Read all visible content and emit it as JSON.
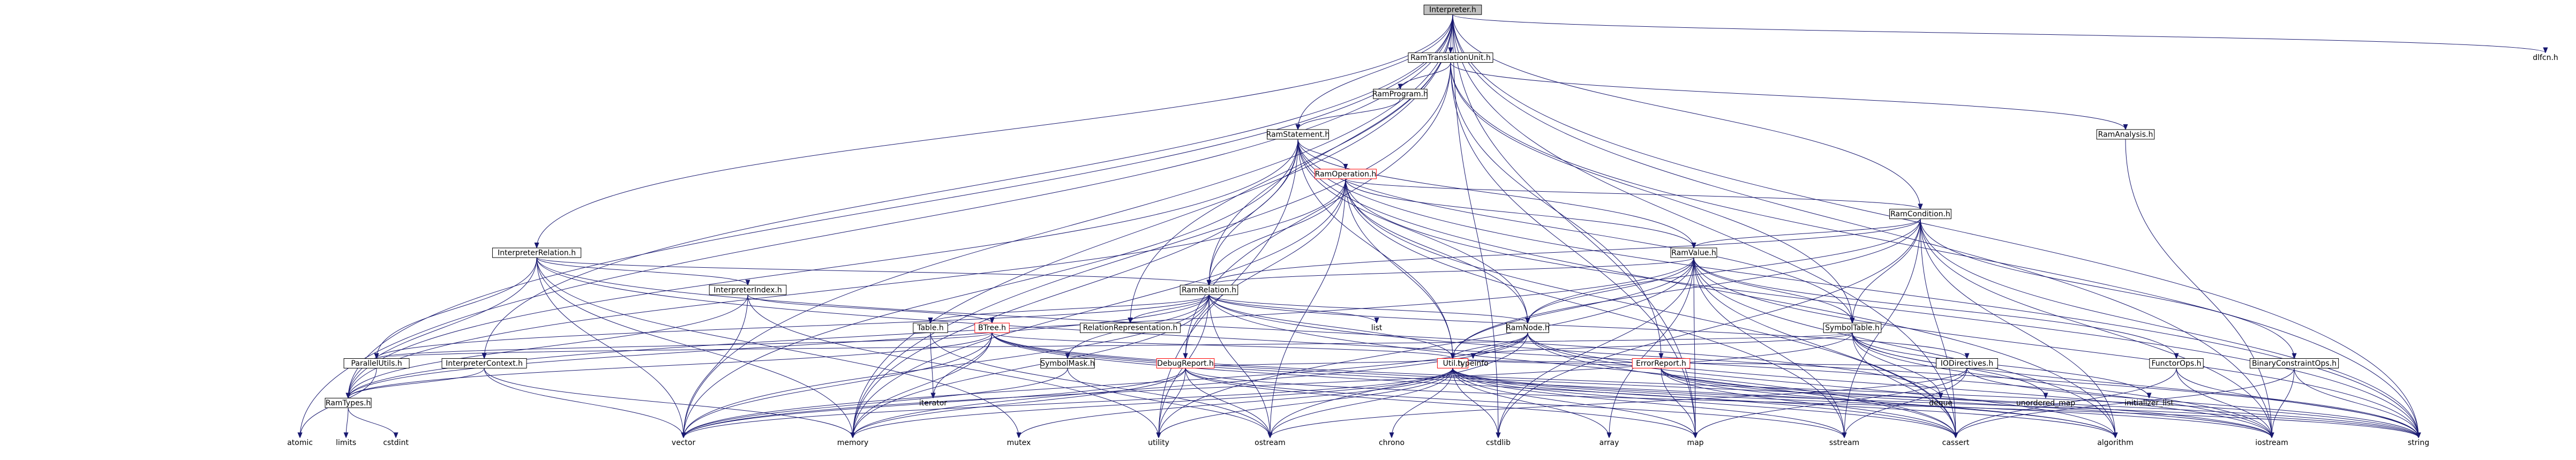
{
  "graph_title": "Interpreter.h",
  "nodes": [
    {
      "id": "interpreter",
      "label": "Interpreter.h",
      "style": "focus"
    },
    {
      "id": "dlfcn",
      "label": "dlfcn.h",
      "style": "plain"
    },
    {
      "id": "ramtu",
      "label": "RamTranslationUnit.h",
      "style": "black"
    },
    {
      "id": "ramprogram",
      "label": "RamProgram.h",
      "style": "black"
    },
    {
      "id": "ramanalysis",
      "label": "RamAnalysis.h",
      "style": "black"
    },
    {
      "id": "ramstatement",
      "label": "RamStatement.h",
      "style": "black"
    },
    {
      "id": "ramoperation",
      "label": "RamOperation.h",
      "style": "red"
    },
    {
      "id": "ramcondition",
      "label": "RamCondition.h",
      "style": "black"
    },
    {
      "id": "interprel",
      "label": "InterpreterRelation.h",
      "style": "black"
    },
    {
      "id": "ramvalue",
      "label": "RamValue.h",
      "style": "black"
    },
    {
      "id": "ramrelation",
      "label": "RamRelation.h",
      "style": "black"
    },
    {
      "id": "interpindex",
      "label": "InterpreterIndex.h",
      "style": "black"
    },
    {
      "id": "ramnode",
      "label": "RamNode.h",
      "style": "black"
    },
    {
      "id": "symboltable",
      "label": "SymbolTable.h",
      "style": "black"
    },
    {
      "id": "list",
      "label": "list",
      "style": "plain"
    },
    {
      "id": "relrep",
      "label": "RelationRepresentation.h",
      "style": "black"
    },
    {
      "id": "table",
      "label": "Table.h",
      "style": "black"
    },
    {
      "id": "btree",
      "label": "BTree.h",
      "style": "red"
    },
    {
      "id": "paralleluts",
      "label": "ParallelUtils.h",
      "style": "black"
    },
    {
      "id": "interpctx",
      "label": "InterpreterContext.h",
      "style": "black"
    },
    {
      "id": "symbolmask",
      "label": "SymbolMask.h",
      "style": "black"
    },
    {
      "id": "debugreport",
      "label": "DebugReport.h",
      "style": "red"
    },
    {
      "id": "util",
      "label": "Util.h",
      "style": "red"
    },
    {
      "id": "errorreport",
      "label": "ErrorReport.h",
      "style": "red"
    },
    {
      "id": "typeinfo",
      "label": "typeinfo",
      "style": "plain"
    },
    {
      "id": "iterator",
      "label": "iterator",
      "style": "plain"
    },
    {
      "id": "iodirectives",
      "label": "IODirectives.h",
      "style": "black"
    },
    {
      "id": "functorops",
      "label": "FunctorOps.h",
      "style": "black"
    },
    {
      "id": "binaryconstraintops",
      "label": "BinaryConstraintOps.h",
      "style": "black"
    },
    {
      "id": "deque",
      "label": "deque",
      "style": "plain"
    },
    {
      "id": "unordered_map",
      "label": "unordered_map",
      "style": "plain"
    },
    {
      "id": "initializer_list",
      "label": "initializer_list",
      "style": "plain"
    },
    {
      "id": "ramtypes",
      "label": "RamTypes.h",
      "style": "black"
    },
    {
      "id": "limits",
      "label": "limits",
      "style": "plain"
    },
    {
      "id": "cstdint",
      "label": "cstdint",
      "style": "plain"
    },
    {
      "id": "atomic",
      "label": "atomic",
      "style": "plain"
    },
    {
      "id": "vector",
      "label": "vector",
      "style": "plain"
    },
    {
      "id": "memory",
      "label": "memory",
      "style": "plain"
    },
    {
      "id": "mutex",
      "label": "mutex",
      "style": "plain"
    },
    {
      "id": "utility",
      "label": "utility",
      "style": "plain"
    },
    {
      "id": "ostream",
      "label": "ostream",
      "style": "plain"
    },
    {
      "id": "chrono",
      "label": "chrono",
      "style": "plain"
    },
    {
      "id": "cstdlib",
      "label": "cstdlib",
      "style": "plain"
    },
    {
      "id": "array",
      "label": "array",
      "style": "plain"
    },
    {
      "id": "map",
      "label": "map",
      "style": "plain"
    },
    {
      "id": "sstream",
      "label": "sstream",
      "style": "plain"
    },
    {
      "id": "cassert",
      "label": "cassert",
      "style": "plain"
    },
    {
      "id": "algorithm",
      "label": "algorithm",
      "style": "plain"
    },
    {
      "id": "iostream",
      "label": "iostream",
      "style": "plain"
    },
    {
      "id": "string",
      "label": "string",
      "style": "plain"
    }
  ],
  "edges": [
    [
      "interpreter",
      "dlfcn"
    ],
    [
      "interpreter",
      "ramtu"
    ],
    [
      "interpreter",
      "ramstatement"
    ],
    [
      "interpreter",
      "ramcondition"
    ],
    [
      "interpreter",
      "interprel"
    ],
    [
      "interpreter",
      "ramrelation"
    ],
    [
      "interpreter",
      "relrep"
    ],
    [
      "interpreter",
      "interpctx"
    ],
    [
      "interpreter",
      "atomic"
    ],
    [
      "interpreter",
      "vector"
    ],
    [
      "interpreter",
      "ramtypes"
    ],
    [
      "interpreter",
      "memory"
    ],
    [
      "interpreter",
      "cstdlib"
    ],
    [
      "interpreter",
      "map"
    ],
    [
      "interpreter",
      "string"
    ],
    [
      "interpreter",
      "iostream"
    ],
    [
      "interpreter",
      "cassert"
    ],
    [
      "ramtu",
      "ramprogram"
    ],
    [
      "ramtu",
      "ramanalysis"
    ],
    [
      "ramtu",
      "symboltable"
    ],
    [
      "ramtu",
      "errorreport"
    ],
    [
      "ramtu",
      "debugreport"
    ],
    [
      "ramtu",
      "memory"
    ],
    [
      "ramtu",
      "map"
    ],
    [
      "ramtu",
      "string"
    ],
    [
      "ramprogram",
      "ramstatement"
    ],
    [
      "ramanalysis",
      "iostream"
    ],
    [
      "ramstatement",
      "ramoperation"
    ],
    [
      "ramstatement",
      "ramrelation"
    ],
    [
      "ramstatement",
      "ramvalue"
    ],
    [
      "ramstatement",
      "ramnode"
    ],
    [
      "ramstatement",
      "symboltable"
    ],
    [
      "ramstatement",
      "util"
    ],
    [
      "ramstatement",
      "ramtypes"
    ],
    [
      "ramstatement",
      "memory"
    ],
    [
      "ramstatement",
      "algorithm"
    ],
    [
      "ramstatement",
      "string"
    ],
    [
      "ramstatement",
      "utility"
    ],
    [
      "ramstatement",
      "vector"
    ],
    [
      "ramoperation",
      "ramcondition"
    ],
    [
      "ramoperation",
      "ramvalue"
    ],
    [
      "ramoperation",
      "ramrelation"
    ],
    [
      "ramoperation",
      "ramnode"
    ],
    [
      "ramoperation",
      "util"
    ],
    [
      "ramoperation",
      "ramtypes"
    ],
    [
      "ramoperation",
      "cassert"
    ],
    [
      "ramoperation",
      "ostream"
    ],
    [
      "ramoperation",
      "string"
    ],
    [
      "ramoperation",
      "sstream"
    ],
    [
      "ramoperation",
      "memory"
    ],
    [
      "ramoperation",
      "debugreport"
    ],
    [
      "ramcondition",
      "ramvalue"
    ],
    [
      "ramcondition",
      "ramrelation"
    ],
    [
      "ramcondition",
      "ramnode"
    ],
    [
      "ramcondition",
      "symboltable"
    ],
    [
      "ramcondition",
      "binaryconstraintops"
    ],
    [
      "ramcondition",
      "util"
    ],
    [
      "ramcondition",
      "cassert"
    ],
    [
      "ramcondition",
      "cstdlib"
    ],
    [
      "ramcondition",
      "sstream"
    ],
    [
      "ramcondition",
      "string"
    ],
    [
      "ramcondition",
      "iostream"
    ],
    [
      "ramcondition",
      "algorithm"
    ],
    [
      "interprel",
      "interpindex"
    ],
    [
      "interprel",
      "paralleluts"
    ],
    [
      "interprel",
      "ramtypes"
    ],
    [
      "interprel",
      "vector"
    ],
    [
      "interprel",
      "memory"
    ],
    [
      "interprel",
      "mutex"
    ],
    [
      "interprel",
      "iostream"
    ],
    [
      "interprel",
      "deque"
    ],
    [
      "interprel",
      "ramrelation"
    ],
    [
      "ramvalue",
      "ramrelation"
    ],
    [
      "ramvalue",
      "ramnode"
    ],
    [
      "ramvalue",
      "symboltable"
    ],
    [
      "ramvalue",
      "functorops"
    ],
    [
      "ramvalue",
      "util"
    ],
    [
      "ramvalue",
      "ramtypes"
    ],
    [
      "ramvalue",
      "cassert"
    ],
    [
      "ramvalue",
      "cstdlib"
    ],
    [
      "ramvalue",
      "string"
    ],
    [
      "ramvalue",
      "array"
    ],
    [
      "ramvalue",
      "sstream"
    ],
    [
      "ramvalue",
      "utility"
    ],
    [
      "ramvalue",
      "algorithm"
    ],
    [
      "ramvalue",
      "map"
    ],
    [
      "ramrelation",
      "ramnode"
    ],
    [
      "ramrelation",
      "symbolmask"
    ],
    [
      "ramrelation",
      "table"
    ],
    [
      "ramrelation",
      "list"
    ],
    [
      "ramrelation",
      "relrep"
    ],
    [
      "ramrelation",
      "iodirectives"
    ],
    [
      "ramrelation",
      "paralleluts"
    ],
    [
      "ramrelation",
      "util"
    ],
    [
      "ramrelation",
      "ramtypes"
    ],
    [
      "ramrelation",
      "cassert"
    ],
    [
      "ramrelation",
      "string"
    ],
    [
      "ramrelation",
      "vector"
    ],
    [
      "ramrelation",
      "memory"
    ],
    [
      "ramrelation",
      "ostream"
    ],
    [
      "ramrelation",
      "utility"
    ],
    [
      "interpindex",
      "btree"
    ],
    [
      "interpindex",
      "ramtypes"
    ],
    [
      "interpindex",
      "utility"
    ],
    [
      "interpindex",
      "vector"
    ],
    [
      "ramnode",
      "typeinfo"
    ],
    [
      "ramnode",
      "util"
    ],
    [
      "ramnode",
      "vector"
    ],
    [
      "ramnode",
      "ostream"
    ],
    [
      "ramnode",
      "memory"
    ],
    [
      "ramnode",
      "cassert"
    ],
    [
      "ramnode",
      "algorithm"
    ],
    [
      "ramnode",
      "iostream"
    ],
    [
      "symboltable",
      "paralleluts"
    ],
    [
      "symboltable",
      "util"
    ],
    [
      "symboltable",
      "deque"
    ],
    [
      "symboltable",
      "unordered_map"
    ],
    [
      "symboltable",
      "initializer_list"
    ],
    [
      "symboltable",
      "cassert"
    ],
    [
      "symboltable",
      "string"
    ],
    [
      "symboltable",
      "vector"
    ],
    [
      "symboltable",
      "iostream"
    ],
    [
      "table",
      "iterator"
    ],
    [
      "table",
      "ostream"
    ],
    [
      "btree",
      "paralleluts"
    ],
    [
      "btree",
      "util"
    ],
    [
      "btree",
      "iterator"
    ],
    [
      "btree",
      "vector"
    ],
    [
      "btree",
      "memory"
    ],
    [
      "btree",
      "algorithm"
    ],
    [
      "btree",
      "iostream"
    ],
    [
      "btree",
      "string"
    ],
    [
      "btree",
      "cassert"
    ],
    [
      "btree",
      "ramtypes"
    ],
    [
      "paralleluts",
      "atomic"
    ],
    [
      "interpctx",
      "ramtypes"
    ],
    [
      "interpctx",
      "vector"
    ],
    [
      "interpctx",
      "memory"
    ],
    [
      "symbolmask",
      "vector"
    ],
    [
      "symbolmask",
      "ostream"
    ],
    [
      "debugreport",
      "util"
    ],
    [
      "debugreport",
      "memory"
    ],
    [
      "debugreport",
      "ostream"
    ],
    [
      "debugreport",
      "sstream"
    ],
    [
      "debugreport",
      "utility"
    ],
    [
      "debugreport",
      "vector"
    ],
    [
      "debugreport",
      "map"
    ],
    [
      "debugreport",
      "string"
    ],
    [
      "util",
      "chrono"
    ],
    [
      "util",
      "cstdlib"
    ],
    [
      "util",
      "array"
    ],
    [
      "util",
      "map"
    ],
    [
      "util",
      "sstream"
    ],
    [
      "util",
      "cassert"
    ],
    [
      "util",
      "algorithm"
    ],
    [
      "util",
      "iostream"
    ],
    [
      "util",
      "string"
    ],
    [
      "util",
      "utility"
    ],
    [
      "util",
      "vector"
    ],
    [
      "util",
      "memory"
    ],
    [
      "util",
      "mutex"
    ],
    [
      "util",
      "ostream"
    ],
    [
      "errorreport",
      "util"
    ],
    [
      "errorreport",
      "cassert"
    ],
    [
      "errorreport",
      "iostream"
    ],
    [
      "errorreport",
      "string"
    ],
    [
      "errorreport",
      "map"
    ],
    [
      "errorreport",
      "algorithm"
    ],
    [
      "iodirectives",
      "util"
    ],
    [
      "iodirectives",
      "map"
    ],
    [
      "iodirectives",
      "sstream"
    ],
    [
      "iodirectives",
      "string"
    ],
    [
      "iodirectives",
      "ostream"
    ],
    [
      "functorops",
      "cassert"
    ],
    [
      "functorops",
      "iostream"
    ],
    [
      "functorops",
      "string"
    ],
    [
      "binaryconstraintops",
      "cassert"
    ],
    [
      "binaryconstraintops",
      "iostream"
    ],
    [
      "binaryconstraintops",
      "string"
    ],
    [
      "ramtypes",
      "limits"
    ],
    [
      "ramtypes",
      "cstdint"
    ]
  ]
}
